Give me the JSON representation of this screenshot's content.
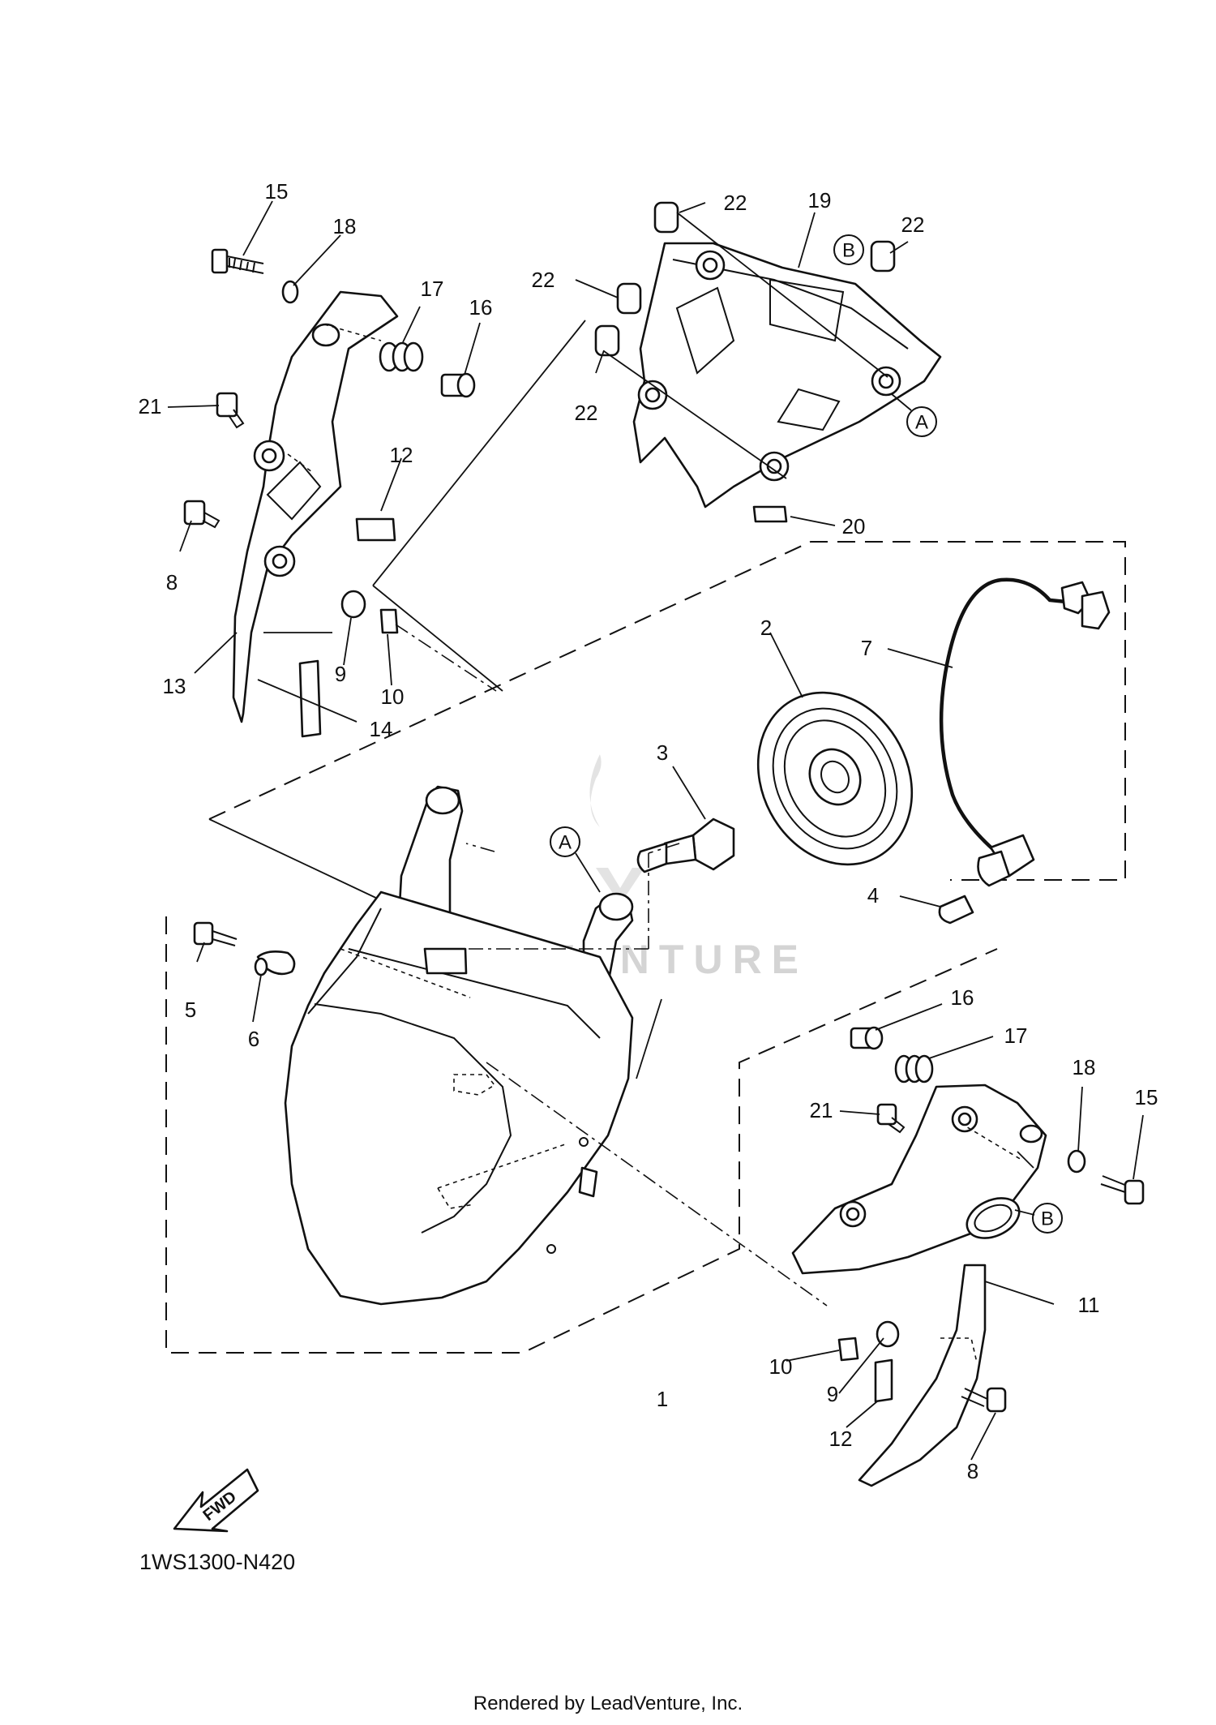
{
  "diagram_code": "1WS1300-N420",
  "footer": "Rendered by LeadVenture, Inc.",
  "watermark": "LEADVENTURE",
  "direction_marker": "FWD",
  "ref_labels": {
    "A": "A",
    "B": "B"
  },
  "callouts": {
    "c1": "1",
    "c2": "2",
    "c3": "3",
    "c4": "4",
    "c5": "5",
    "c6": "6",
    "c7": "7",
    "c8_upper": "8",
    "c8_lower": "8",
    "c9_upper": "9",
    "c9_lower": "9",
    "c10_upper": "10",
    "c10_lower": "10",
    "c11": "11",
    "c12_upper": "12",
    "c12_lower": "12",
    "c13": "13",
    "c14": "14",
    "c15_upper": "15",
    "c15_lower": "15",
    "c16_upper": "16",
    "c16_lower": "16",
    "c17_upper": "17",
    "c17_lower": "17",
    "c18_upper": "18",
    "c18_lower": "18",
    "c19": "19",
    "c20": "20",
    "c21_upper": "21",
    "c21_lower": "21",
    "c22_a": "22",
    "c22_b": "22",
    "c22_c": "22",
    "c22_d": "22"
  }
}
